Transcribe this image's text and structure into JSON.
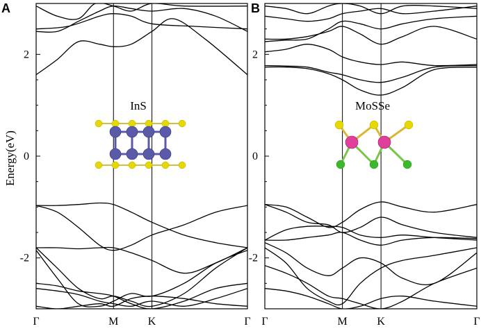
{
  "colors": {
    "indium": "#5a5aa8",
    "sulfur": "#e6d800",
    "molybdenum": "#e0409a",
    "selenium": "#3cb82d",
    "band_line": "#000000"
  },
  "chart_data": [
    {
      "type": "line",
      "panel": "A",
      "inset_label": "InS",
      "ylabel": "Energy(eV)",
      "ylim": [
        -3,
        3
      ],
      "yticks": [
        -2,
        0,
        2
      ],
      "ytick_labels": [
        "-2",
        "0",
        "2"
      ],
      "k_path": [
        "Γ",
        "M",
        "K",
        "Γ"
      ],
      "k_positions": [
        0,
        0.366,
        0.548,
        1
      ],
      "xlim": [
        0,
        1
      ],
      "series": [
        {
          "x": [
            0,
            0.1,
            0.2,
            0.3,
            0.366,
            0.45,
            0.548,
            0.65,
            0.8,
            1
          ],
          "y": [
            1.6,
            1.9,
            2.25,
            2.2,
            2.15,
            2.2,
            2.45,
            2.7,
            2.3,
            1.6
          ]
        },
        {
          "x": [
            0,
            0.1,
            0.2,
            0.3,
            0.366,
            0.45,
            0.548,
            0.7,
            0.85,
            1
          ],
          "y": [
            2.45,
            2.45,
            2.65,
            2.85,
            2.95,
            2.9,
            2.85,
            2.9,
            2.75,
            2.45
          ]
        },
        {
          "x": [
            0,
            0.15,
            0.3,
            0.366,
            0.45,
            0.548,
            0.75,
            1
          ],
          "y": [
            2.5,
            2.55,
            2.75,
            2.8,
            2.75,
            2.6,
            2.55,
            2.5
          ]
        },
        {
          "x": [
            0,
            0.1,
            0.2,
            0.28,
            0.366,
            0.45,
            0.548,
            0.7,
            1
          ],
          "y": [
            2.95,
            2.75,
            2.7,
            3.0,
            2.95,
            2.85,
            3.0,
            2.95,
            2.95
          ]
        },
        {
          "x": [
            0,
            0.1,
            0.2,
            0.3,
            0.366,
            0.45,
            0.548,
            0.7,
            0.85,
            1
          ],
          "y": [
            -0.97,
            -0.97,
            -0.95,
            -0.92,
            -0.95,
            -1.1,
            -1.3,
            -1.55,
            -1.7,
            -1.8
          ]
        },
        {
          "x": [
            0,
            0.1,
            0.2,
            0.3,
            0.366,
            0.45,
            0.548,
            0.7,
            0.85,
            1
          ],
          "y": [
            -0.97,
            -1.1,
            -1.4,
            -1.75,
            -1.85,
            -1.75,
            -1.55,
            -1.35,
            -1.1,
            -0.97
          ]
        },
        {
          "x": [
            0,
            0.1,
            0.2,
            0.3,
            0.366,
            0.45,
            0.548,
            0.7,
            0.85,
            1
          ],
          "y": [
            -1.8,
            -1.8,
            -1.82,
            -1.8,
            -1.8,
            -1.9,
            -2.05,
            -2.3,
            -2.1,
            -1.8
          ]
        },
        {
          "x": [
            0,
            0.1,
            0.2,
            0.3,
            0.366,
            0.45,
            0.548,
            0.7,
            0.85,
            1
          ],
          "y": [
            -1.8,
            -2.2,
            -2.6,
            -2.8,
            -2.75,
            -2.85,
            -2.95,
            -2.7,
            -2.2,
            -1.8
          ]
        },
        {
          "x": [
            0,
            0.1,
            0.2,
            0.3,
            0.366,
            0.45,
            0.548,
            0.7,
            0.85,
            1
          ],
          "y": [
            -1.85,
            -2.4,
            -2.9,
            -2.95,
            -2.85,
            -2.7,
            -2.75,
            -2.5,
            -2.1,
            -1.85
          ]
        },
        {
          "x": [
            0,
            0.1,
            0.2,
            0.3,
            0.366,
            0.45,
            0.548,
            0.7,
            0.85,
            1
          ],
          "y": [
            -2.5,
            -2.55,
            -2.65,
            -2.7,
            -2.75,
            -2.9,
            -3.0,
            -2.85,
            -2.6,
            -2.5
          ]
        },
        {
          "x": [
            0,
            0.1,
            0.2,
            0.3,
            0.366,
            0.45,
            0.548,
            0.7,
            0.85,
            1
          ],
          "y": [
            -2.6,
            -2.65,
            -2.72,
            -2.85,
            -2.9,
            -2.95,
            -2.85,
            -2.95,
            -2.8,
            -2.6
          ]
        },
        {
          "x": [
            0,
            0.1,
            0.2,
            0.3,
            0.366,
            0.45,
            0.548,
            0.7,
            0.85,
            1
          ],
          "y": [
            -2.95,
            -3.0,
            -2.95,
            -2.9,
            -2.95,
            -2.8,
            -2.75,
            -2.8,
            -2.9,
            -2.95
          ]
        }
      ]
    },
    {
      "type": "line",
      "panel": "B",
      "inset_label": "MoSSe",
      "ylabel": "",
      "ylim": [
        -3,
        3
      ],
      "yticks": [
        -2,
        0,
        2
      ],
      "ytick_labels": [
        "-2",
        "0",
        "2"
      ],
      "k_path": [
        "Γ",
        "M",
        "K",
        "Γ"
      ],
      "k_positions": [
        0,
        0.366,
        0.548,
        1
      ],
      "xlim": [
        0,
        1
      ],
      "series": [
        {
          "x": [
            0,
            0.1,
            0.2,
            0.3,
            0.366,
            0.45,
            0.548,
            0.65,
            0.8,
            1
          ],
          "y": [
            1.75,
            1.75,
            1.72,
            1.62,
            1.5,
            1.3,
            1.2,
            1.35,
            1.7,
            1.75
          ]
        },
        {
          "x": [
            0,
            0.1,
            0.2,
            0.3,
            0.366,
            0.45,
            0.548,
            0.65,
            0.8,
            1
          ],
          "y": [
            1.78,
            1.77,
            1.75,
            1.65,
            1.6,
            1.5,
            1.45,
            1.55,
            1.75,
            1.78
          ]
        },
        {
          "x": [
            0,
            0.1,
            0.2,
            0.3,
            0.366,
            0.45,
            0.548,
            0.65,
            0.8,
            1
          ],
          "y": [
            2.05,
            2.1,
            2.2,
            2.1,
            1.95,
            1.85,
            1.8,
            1.85,
            1.78,
            1.8
          ]
        },
        {
          "x": [
            0,
            0.1,
            0.2,
            0.3,
            0.366,
            0.45,
            0.548,
            0.65,
            0.8,
            1
          ],
          "y": [
            2.3,
            2.3,
            2.35,
            2.45,
            2.55,
            2.4,
            2.2,
            2.35,
            2.55,
            2.3
          ]
        },
        {
          "x": [
            0,
            0.1,
            0.2,
            0.3,
            0.366,
            0.45,
            0.548,
            0.65,
            0.8,
            1
          ],
          "y": [
            2.25,
            2.28,
            2.3,
            2.5,
            2.65,
            2.6,
            2.5,
            2.6,
            2.7,
            2.75
          ]
        },
        {
          "x": [
            0,
            0.1,
            0.2,
            0.3,
            0.366,
            0.45,
            0.548,
            0.65,
            0.8,
            1
          ],
          "y": [
            2.75,
            2.7,
            2.65,
            2.7,
            2.8,
            2.85,
            2.9,
            2.8,
            2.85,
            2.95
          ]
        },
        {
          "x": [
            0,
            0.1,
            0.2,
            0.3,
            0.366,
            0.45,
            0.548,
            0.65,
            0.8,
            1
          ],
          "y": [
            2.95,
            2.9,
            2.8,
            2.95,
            3.0,
            2.95,
            2.8,
            2.95,
            2.95,
            2.9
          ]
        },
        {
          "x": [
            0,
            0.1,
            0.2,
            0.3,
            0.366,
            0.45,
            0.548,
            0.65,
            0.8,
            1
          ],
          "y": [
            -0.95,
            -1.0,
            -1.2,
            -1.4,
            -1.3,
            -1.05,
            -0.9,
            -1.0,
            -1.1,
            -0.95
          ]
        },
        {
          "x": [
            0,
            0.1,
            0.2,
            0.3,
            0.366,
            0.45,
            0.548,
            0.65,
            0.8,
            1
          ],
          "y": [
            -0.95,
            -1.1,
            -1.3,
            -1.35,
            -1.5,
            -1.4,
            -1.2,
            -1.35,
            -1.5,
            -1.6
          ]
        },
        {
          "x": [
            0,
            0.1,
            0.2,
            0.3,
            0.366,
            0.45,
            0.548,
            0.65,
            0.8,
            1
          ],
          "y": [
            -1.65,
            -1.45,
            -1.38,
            -1.38,
            -1.4,
            -1.55,
            -1.6,
            -1.55,
            -1.6,
            -1.65
          ]
        },
        {
          "x": [
            0,
            0.1,
            0.2,
            0.3,
            0.366,
            0.45,
            0.548,
            0.65,
            0.8,
            1
          ],
          "y": [
            -1.65,
            -1.65,
            -1.6,
            -1.55,
            -1.5,
            -1.65,
            -1.75,
            -1.65,
            -1.6,
            -1.62
          ]
        },
        {
          "x": [
            0,
            0.1,
            0.2,
            0.3,
            0.366,
            0.45,
            0.548,
            0.65,
            0.8,
            1
          ],
          "y": [
            -1.7,
            -1.9,
            -2.2,
            -2.35,
            -2.2,
            -2.0,
            -2.1,
            -2.4,
            -2.5,
            -1.9
          ]
        },
        {
          "x": [
            0,
            0.1,
            0.2,
            0.3,
            0.366,
            0.45,
            0.548,
            0.65,
            0.8,
            1
          ],
          "y": [
            -1.8,
            -2.1,
            -2.6,
            -2.85,
            -2.9,
            -2.5,
            -2.2,
            -2.05,
            -1.95,
            -1.8
          ]
        },
        {
          "x": [
            0,
            0.1,
            0.2,
            0.3,
            0.366,
            0.45,
            0.548,
            0.65,
            0.8,
            1
          ],
          "y": [
            -2.15,
            -2.3,
            -2.5,
            -2.75,
            -2.8,
            -2.9,
            -3.0,
            -2.85,
            -2.5,
            -2.2
          ]
        },
        {
          "x": [
            0,
            0.1,
            0.2,
            0.3,
            0.366,
            0.45,
            0.548,
            0.65,
            0.8,
            1
          ],
          "y": [
            -2.6,
            -2.65,
            -2.75,
            -2.9,
            -3.0,
            -2.95,
            -2.8,
            -2.75,
            -2.85,
            -2.95
          ]
        }
      ]
    }
  ]
}
